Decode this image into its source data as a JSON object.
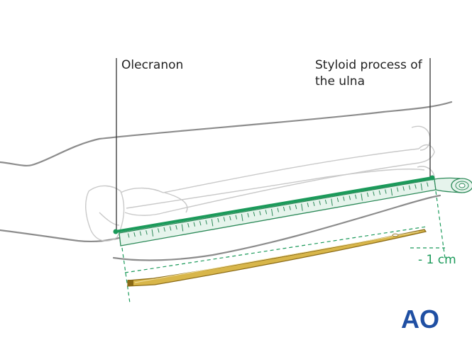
{
  "labels": {
    "olecranon": "Olecranon",
    "styloid_line1": "Styloid process of",
    "styloid_line2": "the ulna",
    "measurement": "- 1 cm"
  },
  "logo": {
    "text": "AO",
    "color": "#1f4fa3"
  },
  "colors": {
    "outline": "#8c8c8c",
    "bone": "#c8c8c8",
    "tape_fill": "#e6f4ec",
    "tape_edge": "#2d8a59",
    "measure_line": "#1b9a5a",
    "nail_fill": "#d8b64a",
    "nail_edge": "#8a6a16"
  }
}
